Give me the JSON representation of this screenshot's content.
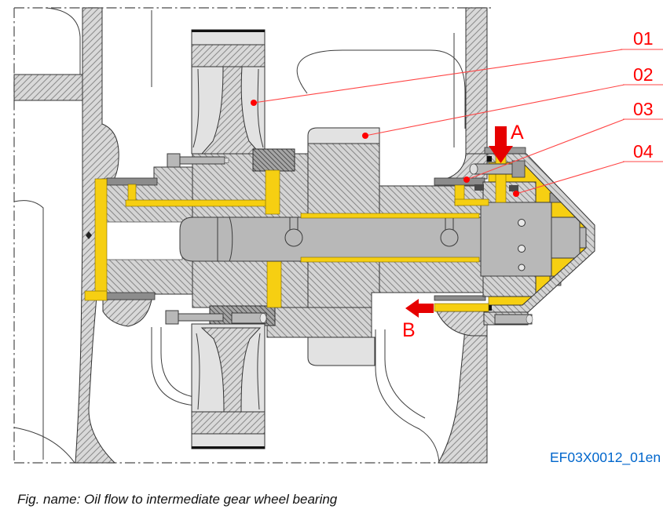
{
  "figure": {
    "caption": "Fig. name: Oil flow to intermediate gear wheel bearing",
    "drawing_code": "EF03X0012_01en"
  },
  "callouts": [
    {
      "label": "01",
      "target": "gear-wheel-web"
    },
    {
      "label": "02",
      "target": "bearing-housing-block"
    },
    {
      "label": "03",
      "target": "oil-nozzle-bar"
    },
    {
      "label": "04",
      "target": "bearing-cover"
    }
  ],
  "flow_markers": {
    "oil_inlet_label": "A",
    "oil_outlet_label": "B"
  },
  "colors": {
    "oil_yellow": "#f6cf12",
    "arrow_red": "#e60000",
    "label_red": "#ff0000",
    "leader_red": "#ff4545",
    "code_blue": "#0066cc"
  }
}
